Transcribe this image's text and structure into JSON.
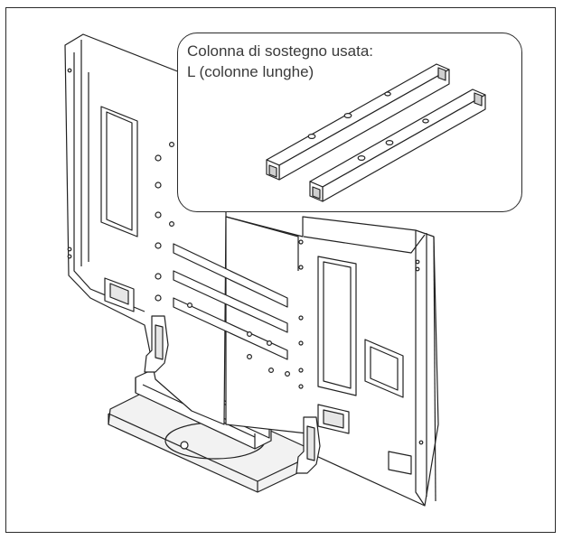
{
  "callout": {
    "caption_line1": "Colonna di sostegno usata:",
    "caption_line2": "L (colonne lunghe)"
  },
  "illustration": {
    "subject": "tv-back-with-stand",
    "line_color": "#222222",
    "fill_color": "#ffffff",
    "shade_color": "#e6e6e6"
  }
}
